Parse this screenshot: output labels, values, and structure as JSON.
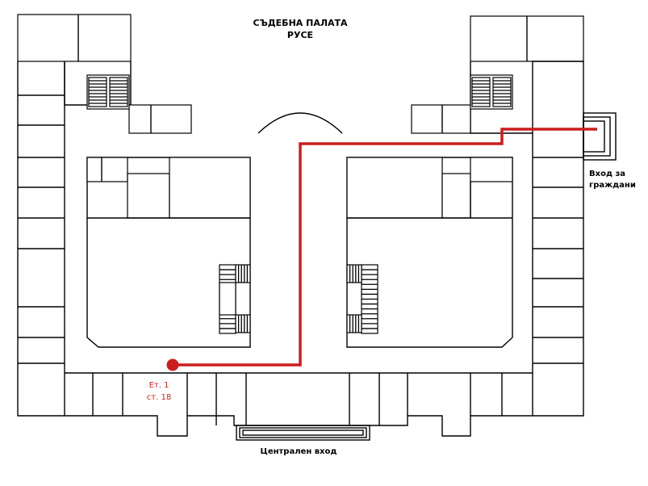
{
  "building": {
    "title_line1": "СЪДЕБНА ПАЛАТА",
    "title_line2": "РУСЕ"
  },
  "entrances": {
    "citizens_line1": "Вход за",
    "citizens_line2": "граждани",
    "central": "Централен вход"
  },
  "destination": {
    "floor_label": "Ет. 1",
    "room_label": "ст. 18"
  },
  "colors": {
    "route": "#c81e1e",
    "walls": "#000000",
    "background": "#ffffff"
  }
}
